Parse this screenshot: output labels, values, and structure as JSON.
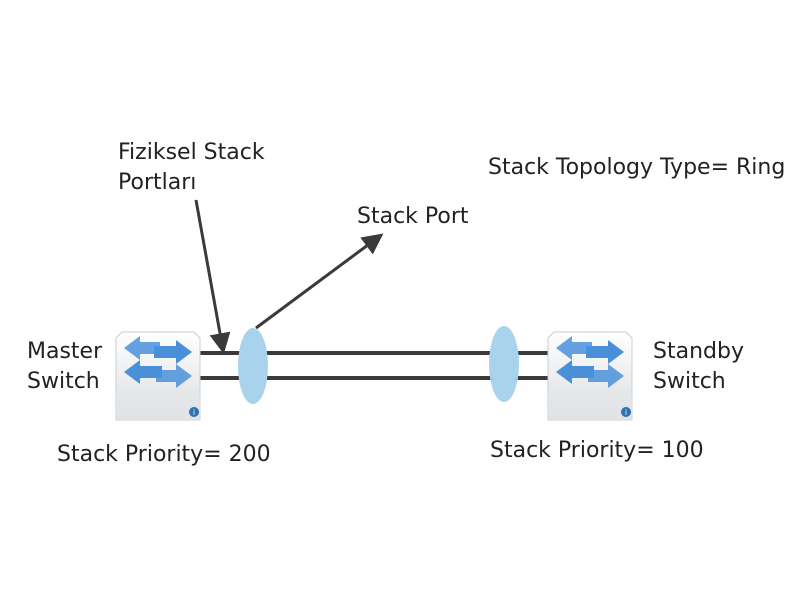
{
  "labels": {
    "physical_ports_line1": "Fiziksel Stack",
    "physical_ports_line2": "Portları",
    "stack_port": "Stack Port",
    "topology": "Stack Topology Type= Ring",
    "master_line1": "Master",
    "master_line2": "Switch",
    "standby_line1": "Standby",
    "standby_line2": "Switch",
    "master_priority": "Stack Priority= 200",
    "standby_priority": "Stack Priority= 100"
  },
  "colors": {
    "link": "#3a3a3a",
    "arrow": "#3a3a3a",
    "ellipse": "#a9d2ec",
    "switch_body_top": "#ffffff",
    "switch_body_bottom": "#d9dde0",
    "switch_arrow": "#4a90d9",
    "info_badge": "#2d6fb3"
  },
  "icons": {
    "switch": "network-switch-icon",
    "info": "info-icon"
  }
}
